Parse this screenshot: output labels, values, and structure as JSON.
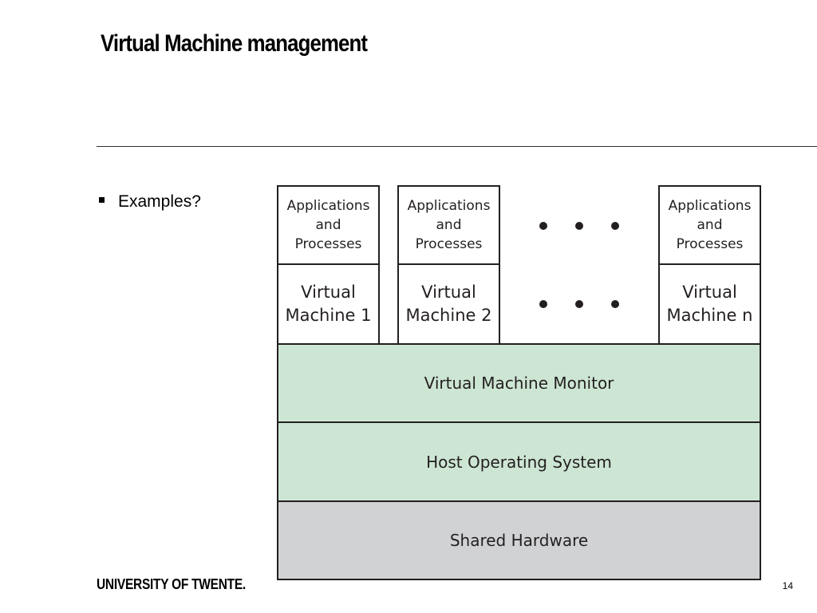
{
  "slide": {
    "title": "Virtual Machine management",
    "bullets": [
      "Examples?"
    ],
    "footer_logo": "UNIVERSITY OF TWENTE.",
    "page_number": "14"
  },
  "diagram": {
    "vm_columns": [
      {
        "apps": "Applications\nand\nProcesses",
        "vm": "Virtual\nMachine 1"
      },
      {
        "apps": "Applications\nand\nProcesses",
        "vm": "Virtual\nMachine 2"
      },
      {
        "apps": "Applications\nand\nProcesses",
        "vm": "Virtual\nMachine n"
      }
    ],
    "layers": {
      "monitor": "Virtual Machine Monitor",
      "host_os": "Host Operating System",
      "hardware": "Shared Hardware"
    },
    "colors": {
      "monitor_fill": "#cde6d3",
      "host_os_fill": "#cde6d3",
      "hardware_fill": "#d1d2d4",
      "stroke": "#231f20"
    }
  }
}
